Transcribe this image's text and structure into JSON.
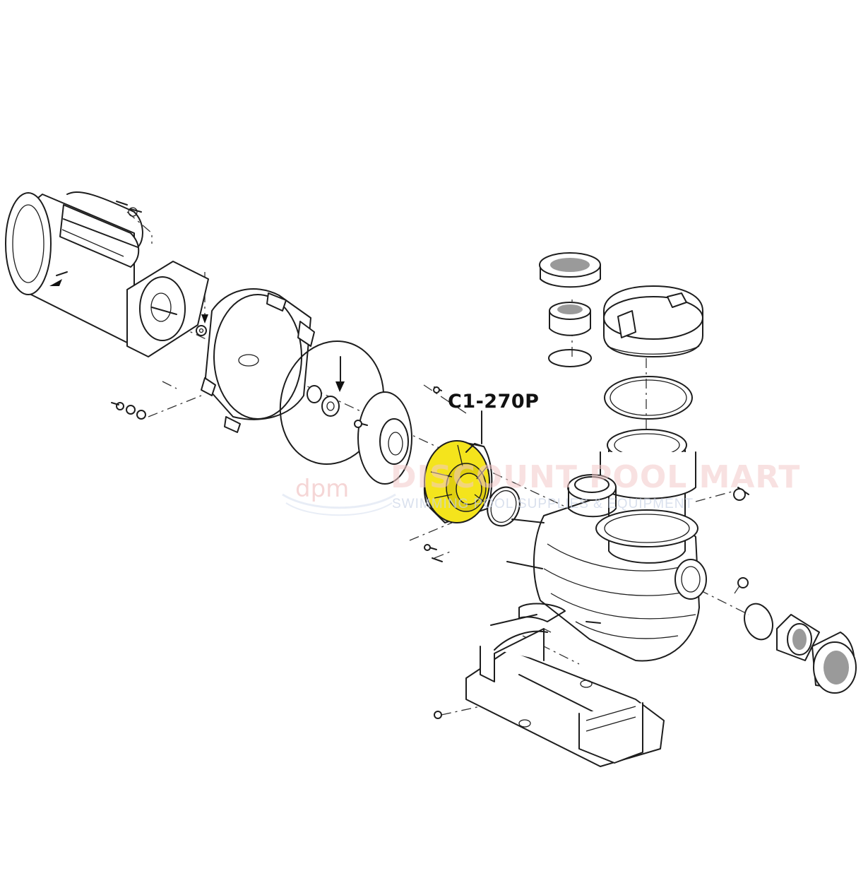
{
  "diagram": {
    "callout": {
      "part_number": "C1-270P"
    },
    "watermark": {
      "logo_text": "dpm",
      "brand": "DISCOUNT POOL MART",
      "tagline": "SWIMMING POOL SUPPLIES & EQUIPMENT"
    },
    "colors": {
      "highlight": "#f4e41c",
      "line": "#1d1d1d",
      "background": "#ffffff"
    }
  }
}
